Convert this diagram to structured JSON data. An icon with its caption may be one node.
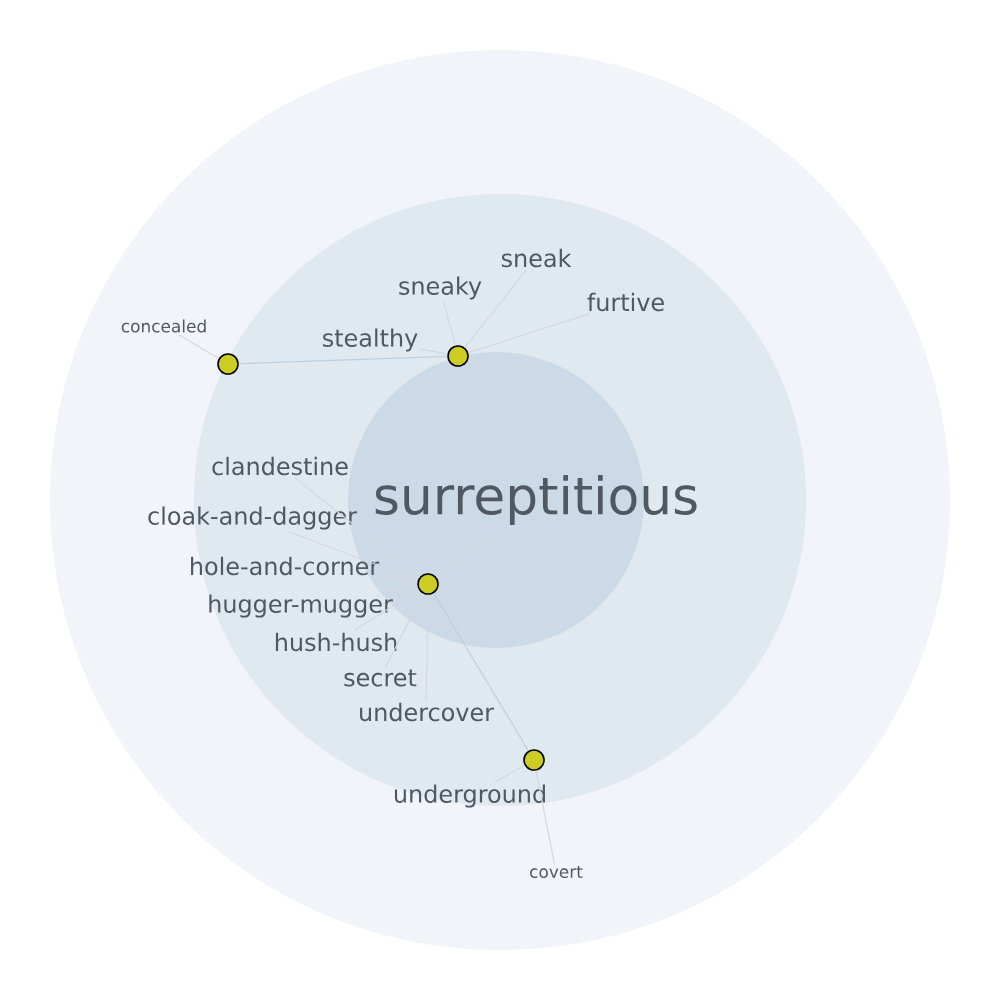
{
  "diagram": {
    "nodes": [
      {
        "text": [
          "surreptitious"
        ]
      },
      {
        "text": [],
        "shape": "circle"
      },
      {
        "text": [],
        "shape": "circle"
      },
      {
        "text": [],
        "shape": "circle"
      },
      {
        "text": [],
        "shape": "circle"
      },
      {
        "text": [
          "concealed"
        ]
      },
      {
        "text": [
          "stealthy"
        ]
      },
      {
        "text": [
          "sneaky"
        ]
      },
      {
        "text": [
          "sneak"
        ]
      },
      {
        "text": [
          "furtive"
        ]
      },
      {
        "text": [
          "clandestine"
        ]
      },
      {
        "text": [
          "cloak-and-dagger"
        ]
      },
      {
        "text": [
          "hole-and-corner"
        ]
      },
      {
        "text": [
          "hugger-mugger"
        ]
      },
      {
        "text": [
          "hush-hush"
        ]
      },
      {
        "text": [
          "secret"
        ]
      },
      {
        "text": [
          "undercover"
        ]
      },
      {
        "text": [
          "underground"
        ]
      },
      {
        "text": [
          "covert"
        ]
      }
    ],
    "edges": [
      {
        "from": 2,
        "to": 0,
        "arrow": "none"
      },
      {
        "from": 2,
        "to": 1,
        "arrow": "none",
        "color": "#b9cfe3"
      },
      {
        "from": 2,
        "to": 6,
        "arrow": "none"
      },
      {
        "from": 2,
        "to": 7,
        "arrow": "none"
      },
      {
        "from": 2,
        "to": 8,
        "arrow": "none"
      },
      {
        "from": 2,
        "to": 9,
        "arrow": "none"
      },
      {
        "from": 1,
        "to": 5,
        "arrow": "none"
      },
      {
        "from": 3,
        "to": 0,
        "arrow": "none"
      },
      {
        "from": 3,
        "to": 10,
        "arrow": "none"
      },
      {
        "from": 3,
        "to": 11,
        "arrow": "none"
      },
      {
        "from": 3,
        "to": 12,
        "arrow": "none"
      },
      {
        "from": 3,
        "to": 13,
        "arrow": "none"
      },
      {
        "from": 3,
        "to": 14,
        "arrow": "none"
      },
      {
        "from": 3,
        "to": 15,
        "arrow": "none"
      },
      {
        "from": 3,
        "to": 16,
        "arrow": "none"
      },
      {
        "from": 3,
        "to": 4,
        "arrow": "none",
        "color": "#b9cfe3"
      },
      {
        "from": 4,
        "to": 17,
        "arrow": "none"
      },
      {
        "from": 4,
        "to": 18,
        "arrow": "none"
      }
    ]
  }
}
